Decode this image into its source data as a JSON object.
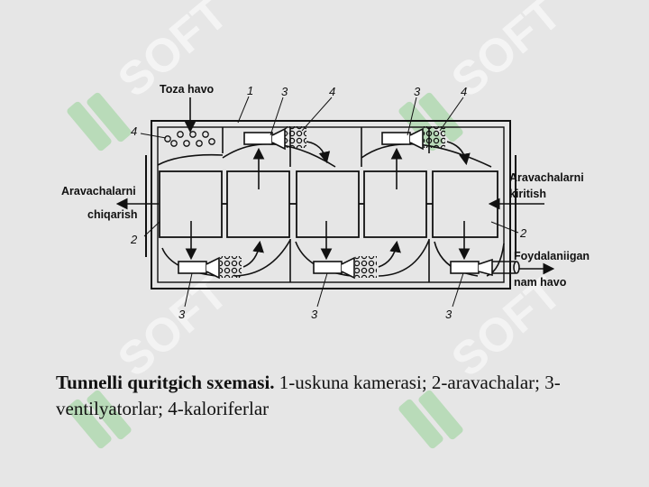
{
  "watermark": {
    "text": "SOFT",
    "logo_color": "#9bd49b"
  },
  "diagram": {
    "labels": {
      "clean_air": "Toza havo",
      "exit": [
        "Aravachalarni",
        "chiqarish"
      ],
      "entry": [
        "Aravachalarni",
        "kiritish"
      ],
      "used_air": [
        "Foydalaniigan",
        "nam havo"
      ]
    },
    "numbers": {
      "n1": "1",
      "n2_left": "2",
      "n2_right": "2",
      "n3_top_a": "3",
      "n3_top_b": "3",
      "n3_bottom_a": "3",
      "n3_bottom_b": "3",
      "n3_bottom_c": "3",
      "n4_left": "4",
      "n4_top_a": "4",
      "n4_top_b": "4"
    }
  },
  "caption": {
    "title": "Tunnelli quritgich sxemasi.",
    "text": " 1-uskuna kamerasi; 2-aravachalar; 3-ventilyatorlar; 4-kaloriferlar"
  }
}
